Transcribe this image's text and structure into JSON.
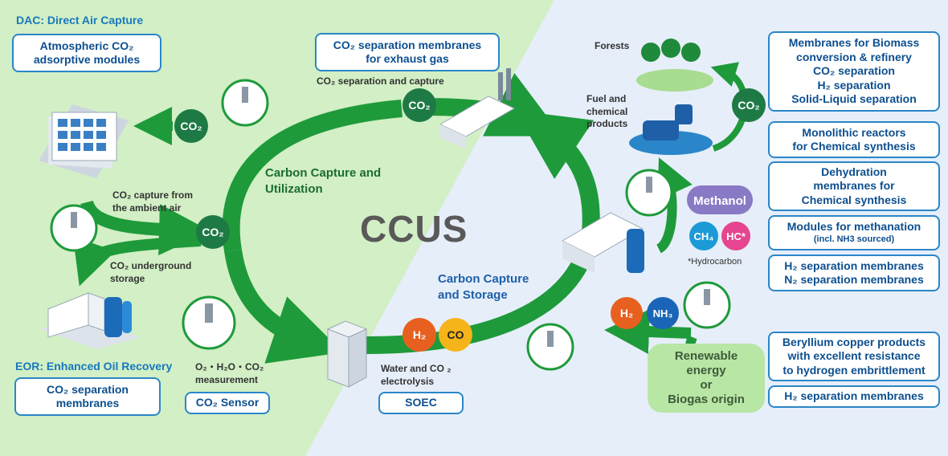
{
  "dac": {
    "title": "DAC: Direct Air Capture",
    "box": [
      "Atmospheric CO₂",
      "adsorptive modules"
    ],
    "capture_label": [
      "CO₂ capture from",
      "the ambient air"
    ],
    "storage_label": [
      "CO₂ underground",
      "storage"
    ]
  },
  "eor": {
    "title": "EOR: Enhanced Oil Recovery",
    "box": [
      "CO₂ separation",
      "membranes"
    ]
  },
  "sensor": {
    "measure_label": [
      "O₂・H₂O・CO₂",
      "measurement"
    ],
    "box": "CO₂ Sensor"
  },
  "exhaust": {
    "box": [
      "CO₂ separation membranes",
      "for exhaust gas"
    ],
    "caption": "CO₂ separation and capture"
  },
  "center": {
    "title": "CCUS",
    "utilization": [
      "Carbon Capture and",
      "Utilization"
    ],
    "storage": [
      "Carbon Capture",
      "and Storage"
    ]
  },
  "soec": {
    "label": [
      "Water and CO ₂",
      "electrolysis"
    ],
    "box": "SOEC",
    "h2": "H₂",
    "co": "CO"
  },
  "bubbles": {
    "co2_dac": "CO₂",
    "co2_main": "CO₂",
    "co2_exhaust": "CO₂",
    "co2_right": "CO₂",
    "h2": "H₂",
    "nh3": "NH₃"
  },
  "products": {
    "forests": "Forests",
    "fuel": [
      "Fuel and",
      "chemical",
      "products"
    ],
    "methanol": "Methanol",
    "ch4": "CH₄",
    "hc": "HC*",
    "note": "*Hydrocarbon"
  },
  "renewable": [
    "Renewable",
    "energy",
    "or",
    "Biogas origin"
  ],
  "right_boxes": [
    {
      "lines": [
        "Membranes for Biomass",
        "conversion & refinery",
        "CO₂ separation",
        "H₂ separation",
        "Solid-Liquid separation"
      ]
    },
    {
      "lines": [
        "Monolithic reactors",
        "for Chemical synthesis"
      ]
    },
    {
      "lines": [
        "Dehydration",
        "membranes for",
        "Chemical synthesis"
      ]
    },
    {
      "lines": [
        "Modules for methanation",
        "(incl. NH3 sourced)"
      ]
    },
    {
      "lines": [
        "H₂ separation membranes",
        "N₂ separation membranes"
      ]
    },
    {
      "lines": [
        "Beryllium copper products",
        "with excellent resistance",
        "to hydrogen embrittlement"
      ]
    },
    {
      "lines": [
        "H₂ separation membranes"
      ]
    }
  ],
  "colors": {
    "green_bg": "#d2efc5",
    "blue_bg": "#e6eef9",
    "arrow_green": "#1e9a3a",
    "bubble_green": "#1e7a45",
    "box_border": "#2a86c8",
    "h2_orange": "#e8601f",
    "co_yellow": "#f5b41a",
    "methanol_purple": "#8a79c4",
    "ch4_blue": "#1b9ad6",
    "hc_pink": "#e64590",
    "nh3_blue": "#1a65b8"
  }
}
